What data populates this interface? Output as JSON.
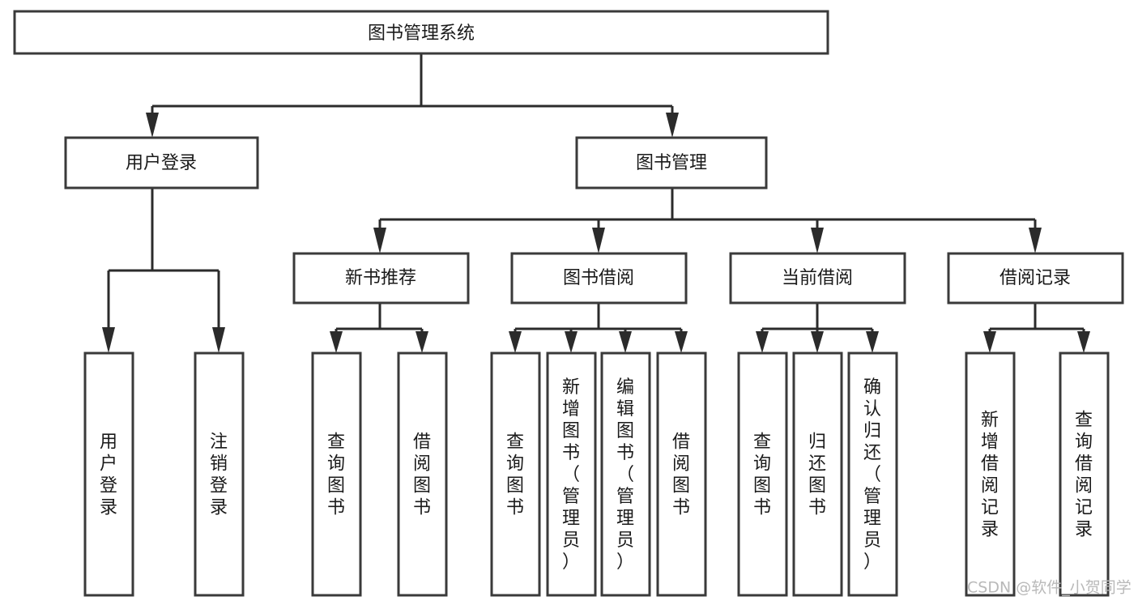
{
  "diagram": {
    "title": "图书管理系统",
    "type": "tree-hierarchy",
    "watermark": "CSDN @软件_小贺同学",
    "colors": {
      "background": "#ffffff",
      "box_stroke": "#3a3a3a",
      "connector": "#2b2b2b",
      "text": "#1a1a1a",
      "watermark": "#b9b9b9"
    },
    "levels": {
      "root": "图书管理系统",
      "level2": [
        "用户登录",
        "图书管理"
      ],
      "level3": [
        "新书推荐",
        "图书借阅",
        "当前借阅",
        "借阅记录"
      ]
    },
    "nodes": {
      "root": {
        "label": "图书管理系统",
        "orientation": "horizontal"
      },
      "user_login": {
        "label": "用户登录",
        "orientation": "horizontal"
      },
      "book_manage": {
        "label": "图书管理",
        "orientation": "horizontal"
      },
      "new_book_rec": {
        "label": "新书推荐",
        "orientation": "horizontal"
      },
      "book_borrow": {
        "label": "图书借阅",
        "orientation": "horizontal"
      },
      "current_borrow": {
        "label": "当前借阅",
        "orientation": "horizontal"
      },
      "borrow_record": {
        "label": "借阅记录",
        "orientation": "horizontal"
      },
      "leaf_user_login": {
        "label": "用户登录",
        "orientation": "vertical"
      },
      "leaf_logout": {
        "label": "注销登录",
        "orientation": "vertical"
      },
      "leaf_query_book_1": {
        "label": "查询图书",
        "orientation": "vertical"
      },
      "leaf_borrow_book_1": {
        "label": "借阅图书",
        "orientation": "vertical"
      },
      "leaf_query_book_2": {
        "label": "查询图书",
        "orientation": "vertical"
      },
      "leaf_add_book": {
        "label": "新增图书（管理员）",
        "orientation": "vertical"
      },
      "leaf_edit_book": {
        "label": "编辑图书（管理员）",
        "orientation": "vertical"
      },
      "leaf_borrow_book_2": {
        "label": "借阅图书",
        "orientation": "vertical"
      },
      "leaf_query_book_3": {
        "label": "查询图书",
        "orientation": "vertical"
      },
      "leaf_return_book": {
        "label": "归还图书",
        "orientation": "vertical"
      },
      "leaf_confirm_return": {
        "label": "确认归还（管理员）",
        "orientation": "vertical"
      },
      "leaf_add_record": {
        "label": "新增借阅记录",
        "orientation": "vertical"
      },
      "leaf_query_record": {
        "label": "查询借阅记录",
        "orientation": "vertical"
      }
    }
  }
}
